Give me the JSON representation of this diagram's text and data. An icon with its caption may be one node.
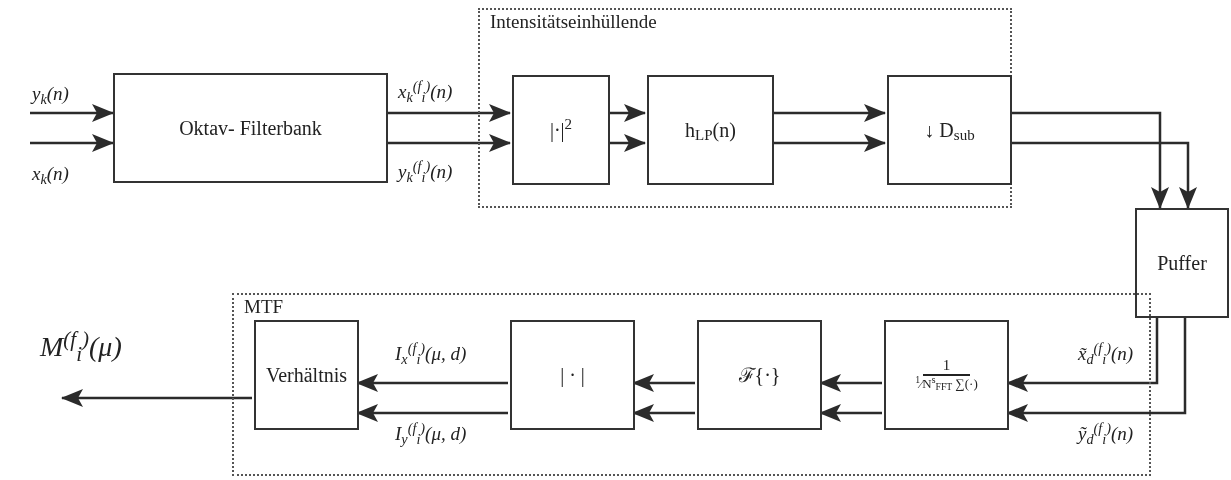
{
  "diagram": {
    "nodes": [
      {
        "text": [
          "Intensitätseinhüllende"
        ]
      },
      {
        "text": [
          "Oktav- Filterbank"
        ]
      },
      {
        "text": [
          "|·|$^{2}$"
        ],
        "in": 0
      },
      {
        "text": [
          "h$_{LP}$(n)"
        ],
        "in": 0
      },
      {
        "text": [
          "↓ D$_{sub}$"
        ],
        "in": 0
      },
      {
        "text": [
          "Puffer"
        ]
      },
      {
        "text": [
          "MTF"
        ]
      },
      {
        "text": [
          "Verhältnis"
        ],
        "in": 6
      },
      {
        "text": [
          "| · |"
        ],
        "in": 6
      },
      {
        "text": [
          "ℱ{·}"
        ],
        "in": 6
      },
      {
        "text": [
          "1",
          "$^{1}$⁄N$^{s}$$_{FFT}$ ∑(·)"
        ],
        "in": 6
      }
    ],
    "edges": [
      {
        "from": null,
        "to": 1,
        "arrow": "to",
        "label": "y$_{k}$(n)"
      },
      {
        "from": null,
        "to": 1,
        "arrow": "to",
        "label": "x$_{k}$(n)"
      },
      {
        "from": 1,
        "to": 2,
        "arrow": "to",
        "label": "x$_{k}$$^{(f}$$_{i}$$^{)}$(n)"
      },
      {
        "from": 1,
        "to": 2,
        "arrow": "to",
        "label": "y$_{k}$$^{(f}$$_{i}$$^{)}$(n)"
      },
      {
        "from": 2,
        "to": 3,
        "arrow": "to"
      },
      {
        "from": 2,
        "to": 3,
        "arrow": "to"
      },
      {
        "from": 3,
        "to": 4,
        "arrow": "to"
      },
      {
        "from": 3,
        "to": 4,
        "arrow": "to"
      },
      {
        "from": 4,
        "to": 5,
        "arrow": "to"
      },
      {
        "from": 4,
        "to": 5,
        "arrow": "to"
      },
      {
        "from": 5,
        "to": 10,
        "arrow": "to",
        "label": "x̃$_{d}$$^{(f}$$_{i}$$^{)}$(n)"
      },
      {
        "from": 5,
        "to": 10,
        "arrow": "to",
        "label": "ỹ$_{d}$$^{(f}$$_{i}$$^{)}$(n)"
      },
      {
        "from": 10,
        "to": 9,
        "arrow": "to"
      },
      {
        "from": 10,
        "to": 9,
        "arrow": "to"
      },
      {
        "from": 9,
        "to": 8,
        "arrow": "to"
      },
      {
        "from": 9,
        "to": 8,
        "arrow": "to"
      },
      {
        "from": 8,
        "to": 7,
        "arrow": "to",
        "label": "I$_{x}$$^{(f}$$_{i}$$^{)}$(μ, d)"
      },
      {
        "from": 8,
        "to": 7,
        "arrow": "to",
        "label": "I$_{y}$$^{(f}$$_{i}$$^{)}$(μ, d)"
      },
      {
        "from": 7,
        "to": null,
        "arrow": "to",
        "label": "M$^{(f}$$_{i}$$^{)}$(μ)"
      }
    ]
  }
}
